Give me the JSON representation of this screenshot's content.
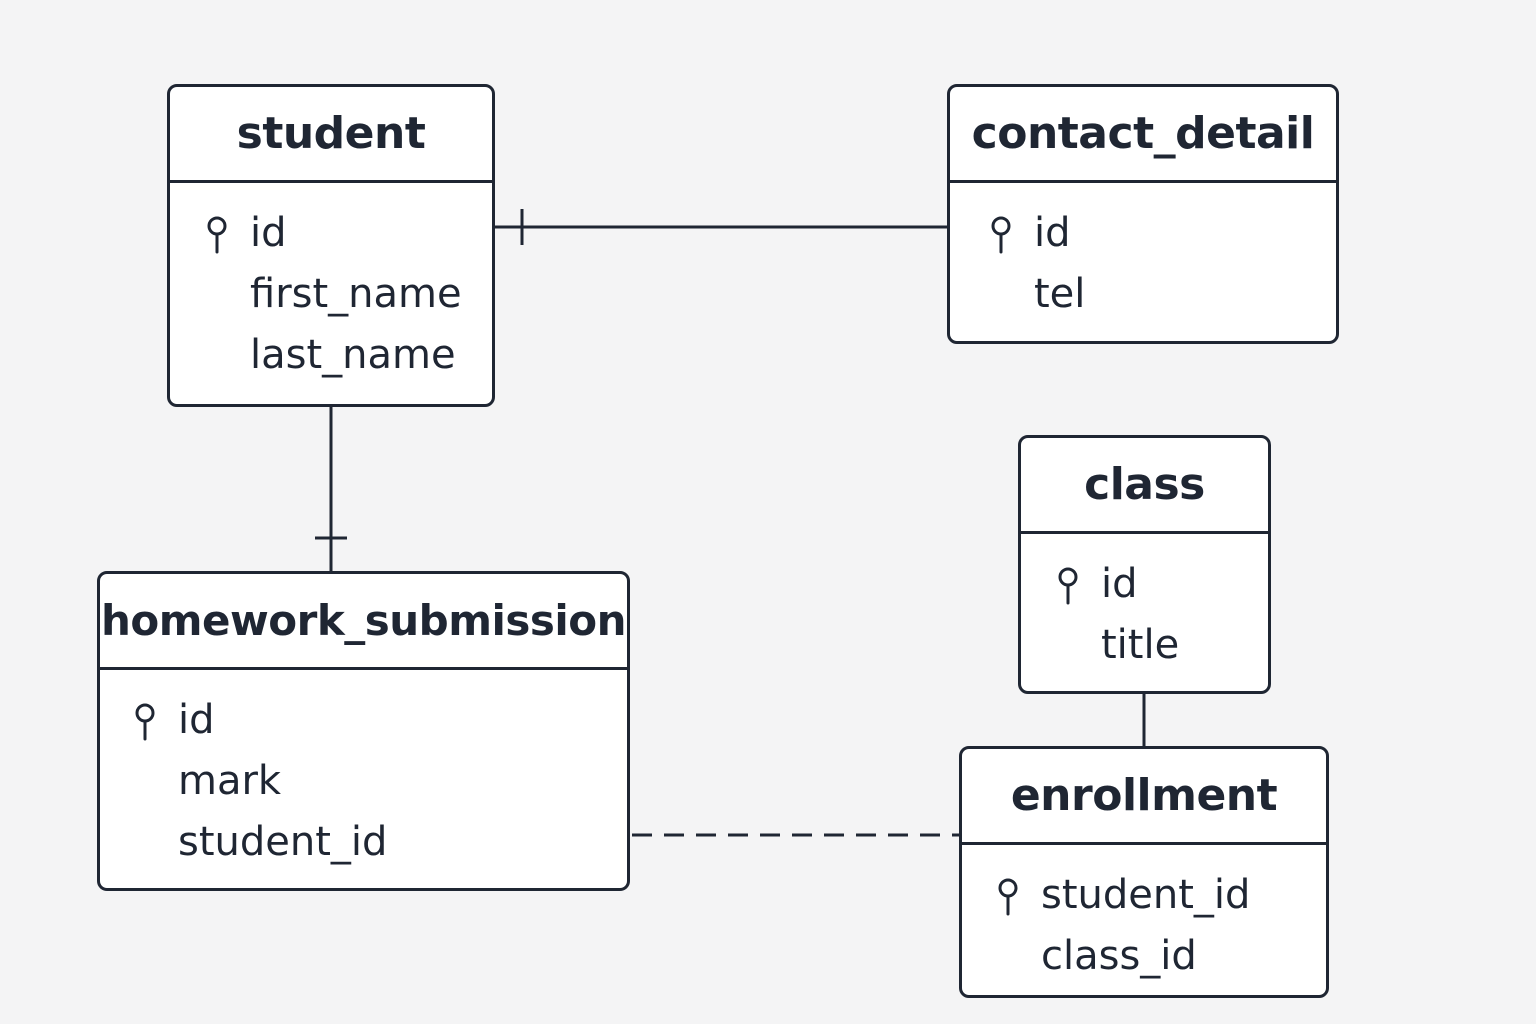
{
  "colors": {
    "background": "#f4f4f5",
    "stroke": "#1f2633",
    "entity_fill": "#ffffff",
    "text": "#1f2633"
  },
  "icons": {
    "primary_key": "key-icon"
  },
  "entities": {
    "student": {
      "title": "student",
      "fields": [
        {
          "name": "id",
          "primary_key": true
        },
        {
          "name": "first_name",
          "primary_key": false
        },
        {
          "name": "last_name",
          "primary_key": false
        }
      ]
    },
    "contact_detail": {
      "title": "contact_detail",
      "fields": [
        {
          "name": "id",
          "primary_key": true
        },
        {
          "name": "tel",
          "primary_key": false
        }
      ]
    },
    "class": {
      "title": "class",
      "fields": [
        {
          "name": "id",
          "primary_key": true
        },
        {
          "name": "title",
          "primary_key": false
        }
      ]
    },
    "homework_submission": {
      "title": "homework_submission",
      "fields": [
        {
          "name": "id",
          "primary_key": true
        },
        {
          "name": "mark",
          "primary_key": false
        },
        {
          "name": "student_id",
          "primary_key": false
        }
      ]
    },
    "enrollment": {
      "title": "enrollment",
      "fields": [
        {
          "name": "student_id",
          "primary_key": true
        },
        {
          "name": "class_id",
          "primary_key": false
        }
      ]
    }
  },
  "relationships": [
    {
      "from": "student",
      "to": "contact_detail",
      "line": "solid",
      "end_marker": "one",
      "marker_side": "student"
    },
    {
      "from": "student",
      "to": "homework_submission",
      "line": "solid",
      "end_marker": "one",
      "marker_side": "homework_submission"
    },
    {
      "from": "class",
      "to": "enrollment",
      "line": "solid",
      "end_marker": "none"
    },
    {
      "from": "homework_submission",
      "to": "enrollment",
      "line": "dashed",
      "end_marker": "none"
    }
  ]
}
